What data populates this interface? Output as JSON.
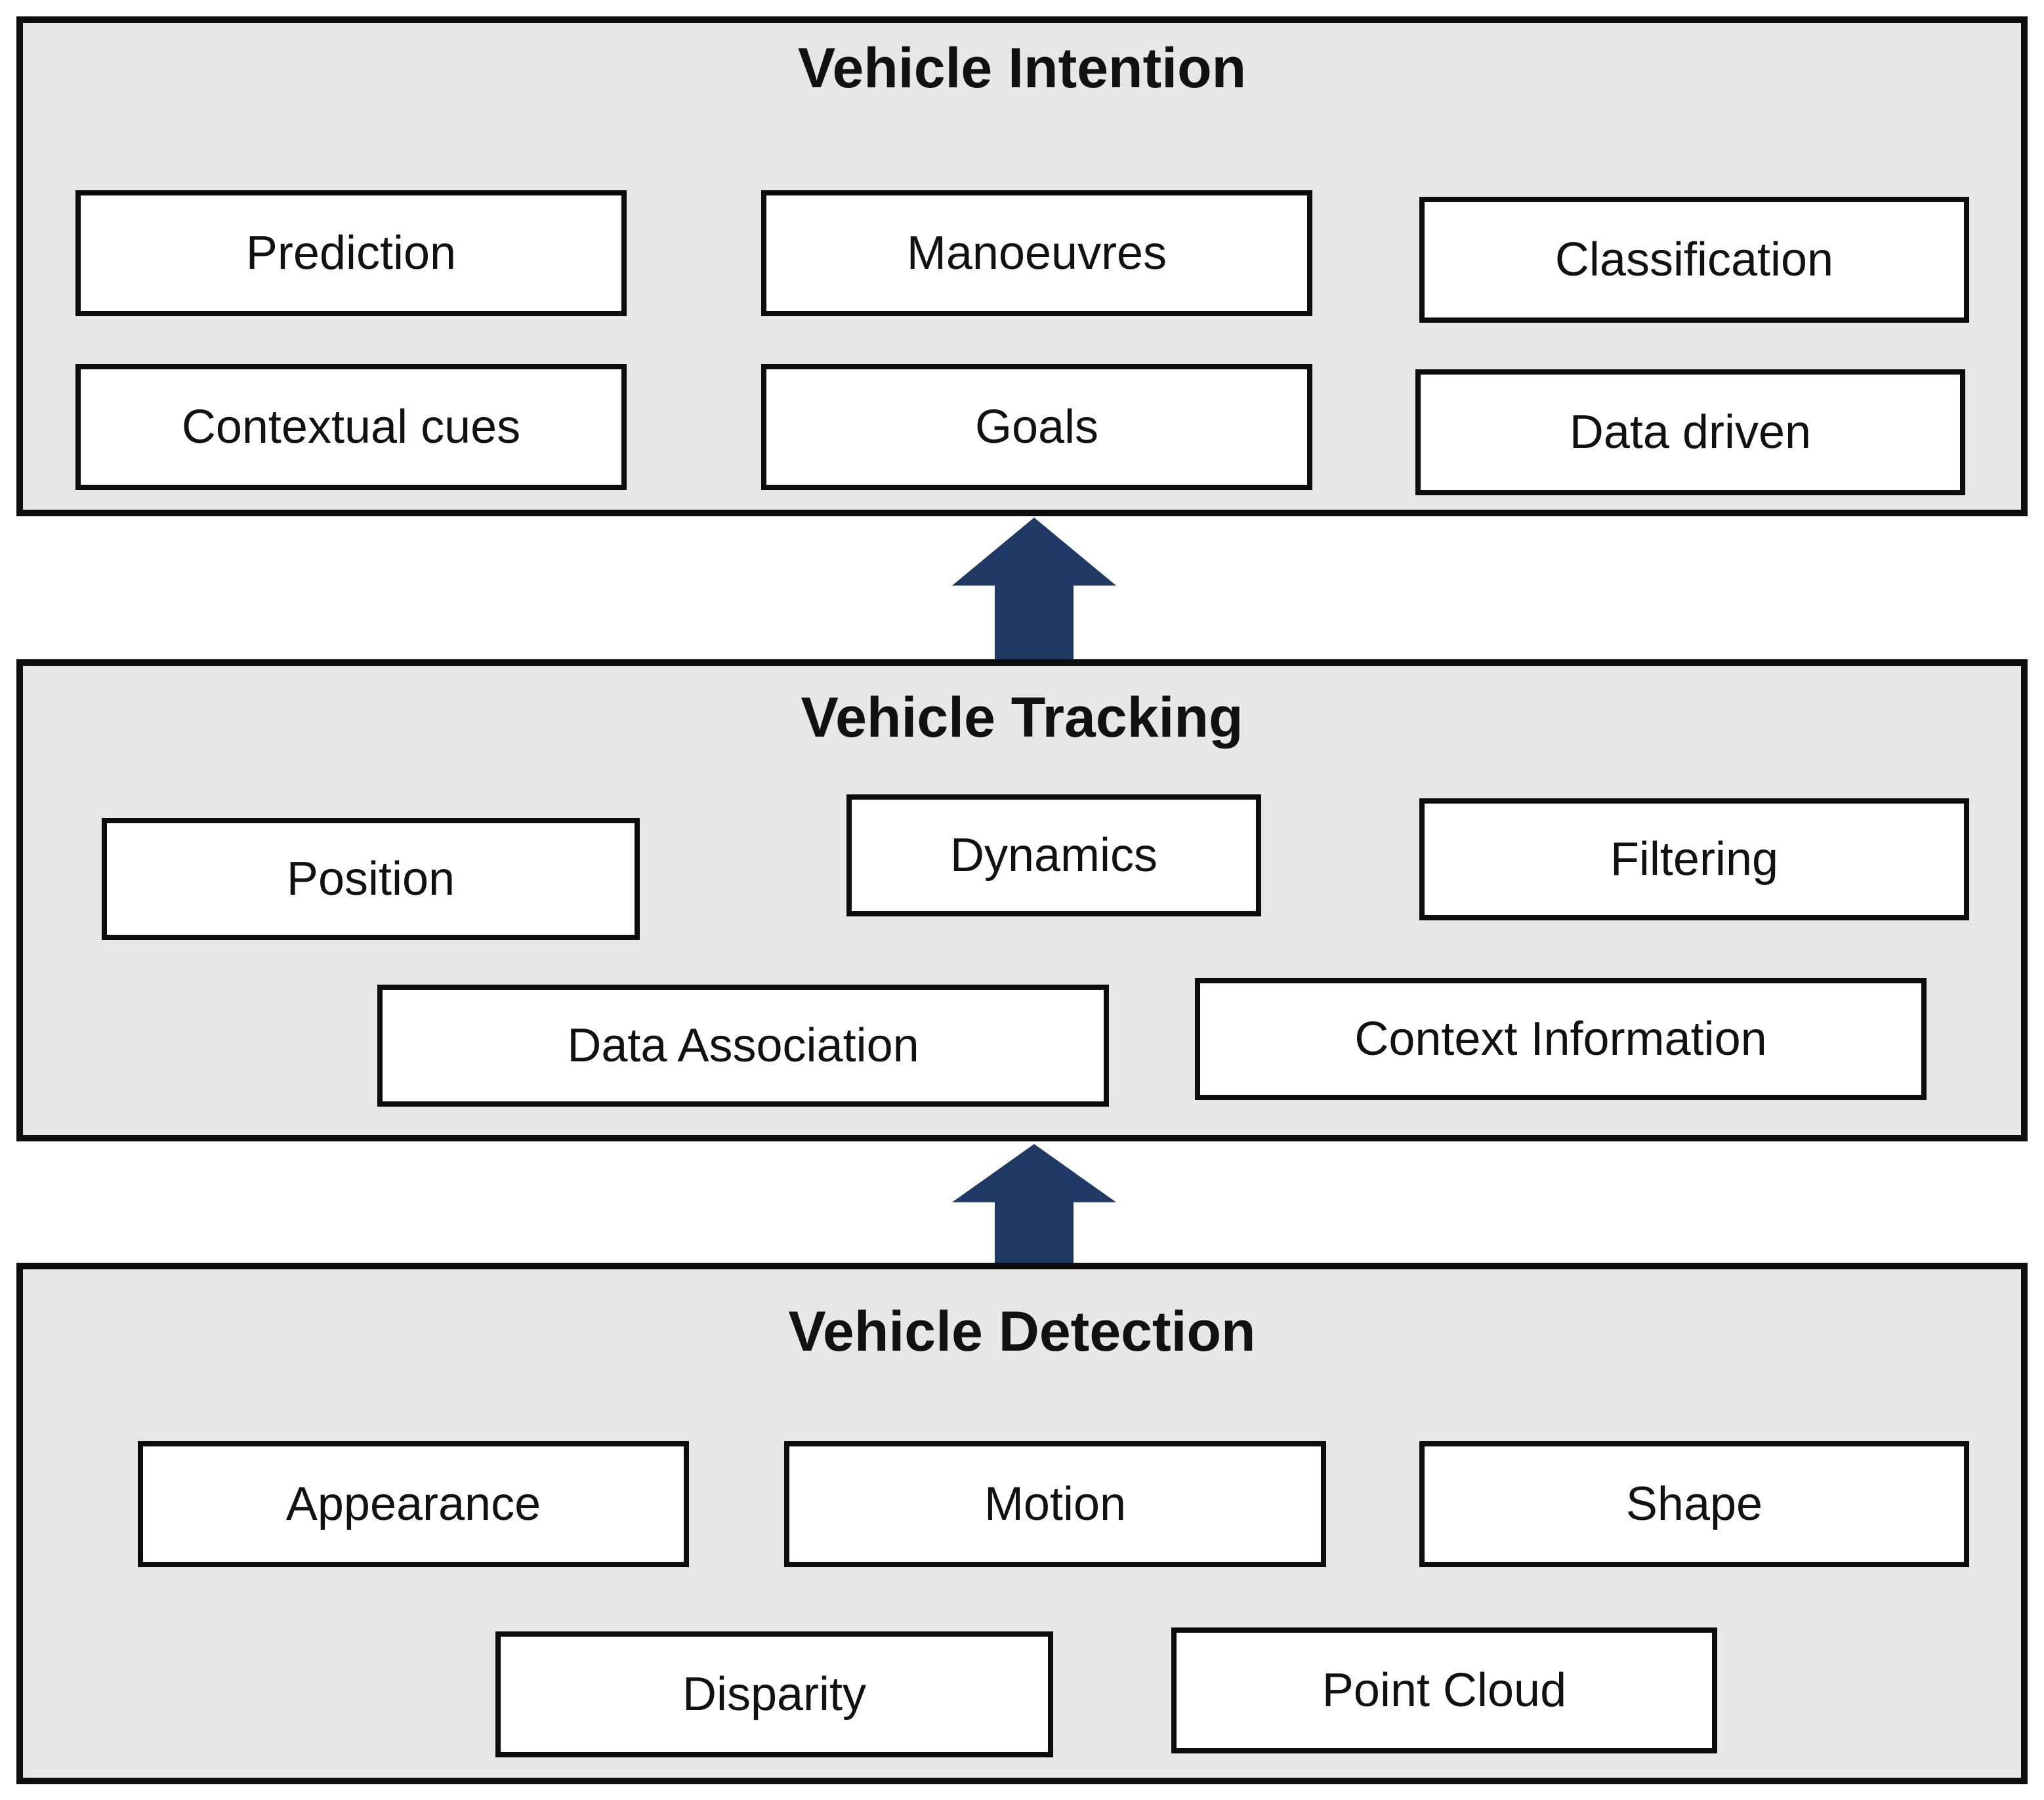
{
  "colors": {
    "panel_bg": "#e7e7e7",
    "panel_border": "#0d0d0d",
    "box_bg": "#ffffff",
    "box_border": "#0d0d0d",
    "arrow": "#1f3864",
    "text": "#111111"
  },
  "panels": [
    {
      "title": "Vehicle Intention",
      "boxes": [
        {
          "label": "Prediction"
        },
        {
          "label": "Manoeuvres"
        },
        {
          "label": "Classification"
        },
        {
          "label": "Contextual cues"
        },
        {
          "label": "Goals"
        },
        {
          "label": "Data driven"
        }
      ]
    },
    {
      "title": "Vehicle Tracking",
      "boxes": [
        {
          "label": "Position"
        },
        {
          "label": "Dynamics"
        },
        {
          "label": "Filtering"
        },
        {
          "label": "Data Association"
        },
        {
          "label": "Context Information"
        }
      ]
    },
    {
      "title": "Vehicle Detection",
      "boxes": [
        {
          "label": "Appearance"
        },
        {
          "label": "Motion"
        },
        {
          "label": "Shape"
        },
        {
          "label": "Disparity"
        },
        {
          "label": "Point Cloud"
        }
      ]
    }
  ],
  "arrows": [
    {
      "name": "tracking-to-intention",
      "direction": "up"
    },
    {
      "name": "detection-to-tracking",
      "direction": "up"
    }
  ]
}
